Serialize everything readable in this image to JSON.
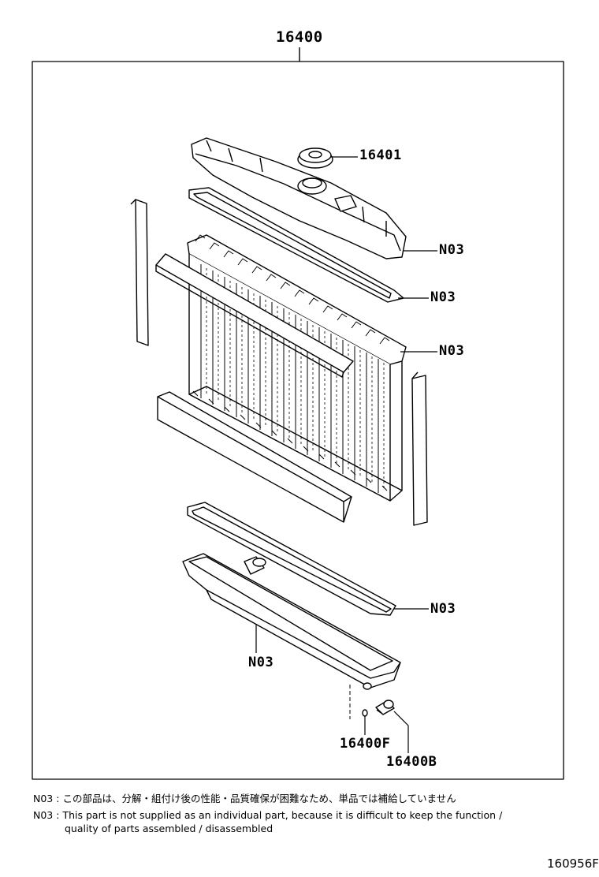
{
  "assembly": {
    "part_no": "16400"
  },
  "callouts": {
    "radiator_cap": "16401",
    "upper_tank": "N03",
    "upper_gasket": "N03",
    "core": "N03",
    "lower_gasket": "N03",
    "lower_tank": "N03",
    "drain_gasket": "16400F",
    "drain_cock": "16400B"
  },
  "notes": [
    {
      "code": "N03",
      "sep": ":",
      "text": "この部品は、分解・組付け後の性能・品質確保が困難なため、単品では補給していません"
    },
    {
      "code": "N03",
      "sep": ":",
      "text": "This part is not supplied as an individual part, because it is difficult to keep the function /",
      "text2": "quality of parts assembled / disassembled"
    }
  ],
  "figure_id": "160956F"
}
